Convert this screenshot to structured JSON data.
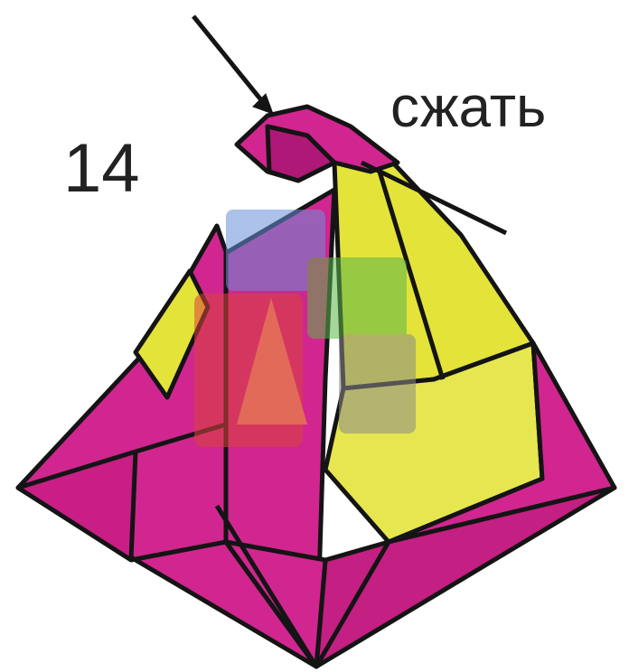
{
  "step_number": "14",
  "instruction": "сжать",
  "colors": {
    "magenta": "#d1268f",
    "magenta_dark": "#b01877",
    "yellow": "#e3e33a",
    "yellow_light": "#eef07a",
    "outline": "#141414"
  },
  "watermark": {
    "description": "office-suite-logo-watermark",
    "colors": [
      "#d9443b",
      "#f0a22e",
      "#6a8fd8",
      "#5cb54a",
      "#8a8a8a"
    ]
  }
}
